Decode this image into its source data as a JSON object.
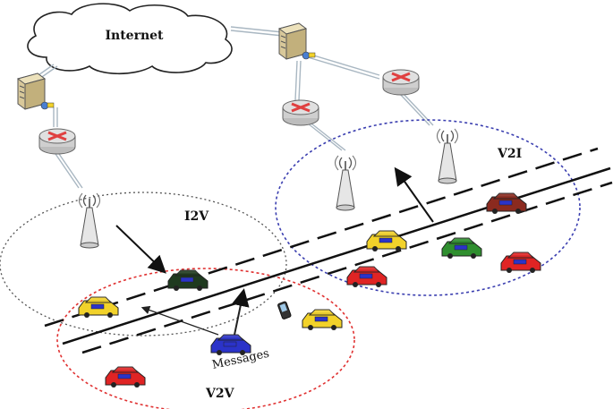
{
  "labels": {
    "internet": "Internet",
    "i2v": "I2V",
    "v2i": "V2I",
    "v2v": "V2V",
    "messages": "Messages"
  },
  "colors": {
    "v2v_circle": "#e03131",
    "v2i_circle": "#3b3fb0",
    "i2v_circle": "#555555",
    "link": "#a9b7c2",
    "router": "#e04040",
    "car_yellow": "#f2d22a",
    "car_red": "#e02424",
    "car_blue": "#2b33c9",
    "car_green": "#2f8f2f",
    "car_brown": "#8b2a1f",
    "car_dark": "#1f3a1f"
  },
  "icons": [
    "cloud-icon",
    "server-icon",
    "router-icon",
    "antenna-tower-icon",
    "car-icon",
    "phone-icon"
  ]
}
